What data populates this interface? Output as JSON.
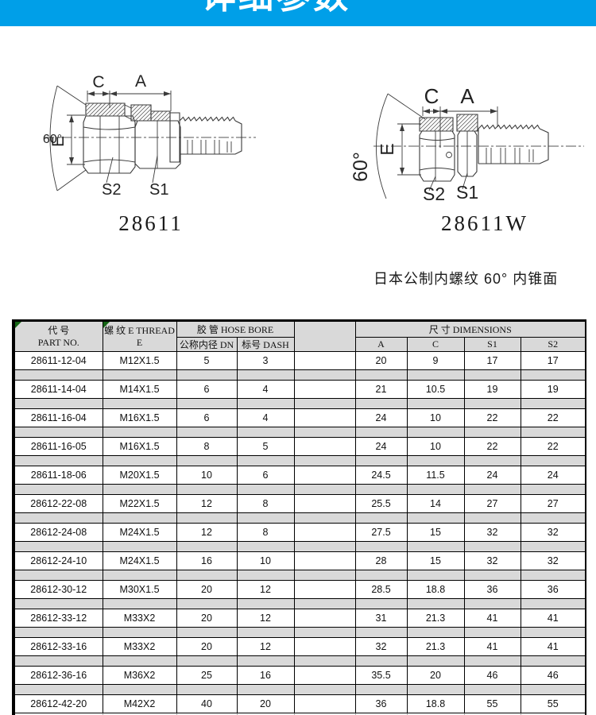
{
  "banner": {
    "title": "详细参数",
    "background": "#009fe8",
    "text_color": "#ffffff"
  },
  "diagrams": {
    "left": {
      "caption": "28611",
      "labels": {
        "angle": "60°",
        "c": "C",
        "a": "A",
        "e": "E",
        "s1": "S1",
        "s2": "S2"
      }
    },
    "right": {
      "caption": "28611W",
      "labels": {
        "angle": "60°",
        "c": "C",
        "a": "A",
        "e": "E",
        "s1": "S1",
        "s2": "S2"
      }
    },
    "note": "日本公制内螺纹 60° 内锥面"
  },
  "table": {
    "header": {
      "part_no_zh": "代 号",
      "part_no_en": "PART NO.",
      "thread_line1": "螺 纹 E THREAD",
      "thread_line2": "E",
      "hose_bore": "胶 管 HOSE BORE",
      "dn": "公称内径 DN",
      "dash": "标号 DASH",
      "dimensions": "尺 寸 DIMENSIONS",
      "dim_cols": [
        "A",
        "C",
        "S1",
        "S2"
      ]
    },
    "rows": [
      [
        "28611-12-04",
        "M12X1.5",
        "5",
        "3",
        "",
        "20",
        "9",
        "17",
        "17"
      ],
      [
        "28611-14-04",
        "M14X1.5",
        "6",
        "4",
        "",
        "21",
        "10.5",
        "19",
        "19"
      ],
      [
        "28611-16-04",
        "M16X1.5",
        "6",
        "4",
        "",
        "24",
        "10",
        "22",
        "22"
      ],
      [
        "28611-16-05",
        "M16X1.5",
        "8",
        "5",
        "",
        "24",
        "10",
        "22",
        "22"
      ],
      [
        "28611-18-06",
        "M20X1.5",
        "10",
        "6",
        "",
        "24.5",
        "11.5",
        "24",
        "24"
      ],
      [
        "28612-22-08",
        "M22X1.5",
        "12",
        "8",
        "",
        "25.5",
        "14",
        "27",
        "27"
      ],
      [
        "28612-24-08",
        "M24X1.5",
        "12",
        "8",
        "",
        "27.5",
        "15",
        "32",
        "32"
      ],
      [
        "28612-24-10",
        "M24X1.5",
        "16",
        "10",
        "",
        "28",
        "15",
        "32",
        "32"
      ],
      [
        "28612-30-12",
        "M30X1.5",
        "20",
        "12",
        "",
        "28.5",
        "18.8",
        "36",
        "36"
      ],
      [
        "28612-33-12",
        "M33X2",
        "20",
        "12",
        "",
        "31",
        "21.3",
        "41",
        "41"
      ],
      [
        "28612-33-16",
        "M33X2",
        "20",
        "12",
        "",
        "32",
        "21.3",
        "41",
        "41"
      ],
      [
        "28612-36-16",
        "M36X2",
        "25",
        "16",
        "",
        "35.5",
        "20",
        "46",
        "46"
      ],
      [
        "28612-42-20",
        "M42X2",
        "40",
        "20",
        "",
        "36",
        "18.8",
        "55",
        "55"
      ]
    ]
  }
}
